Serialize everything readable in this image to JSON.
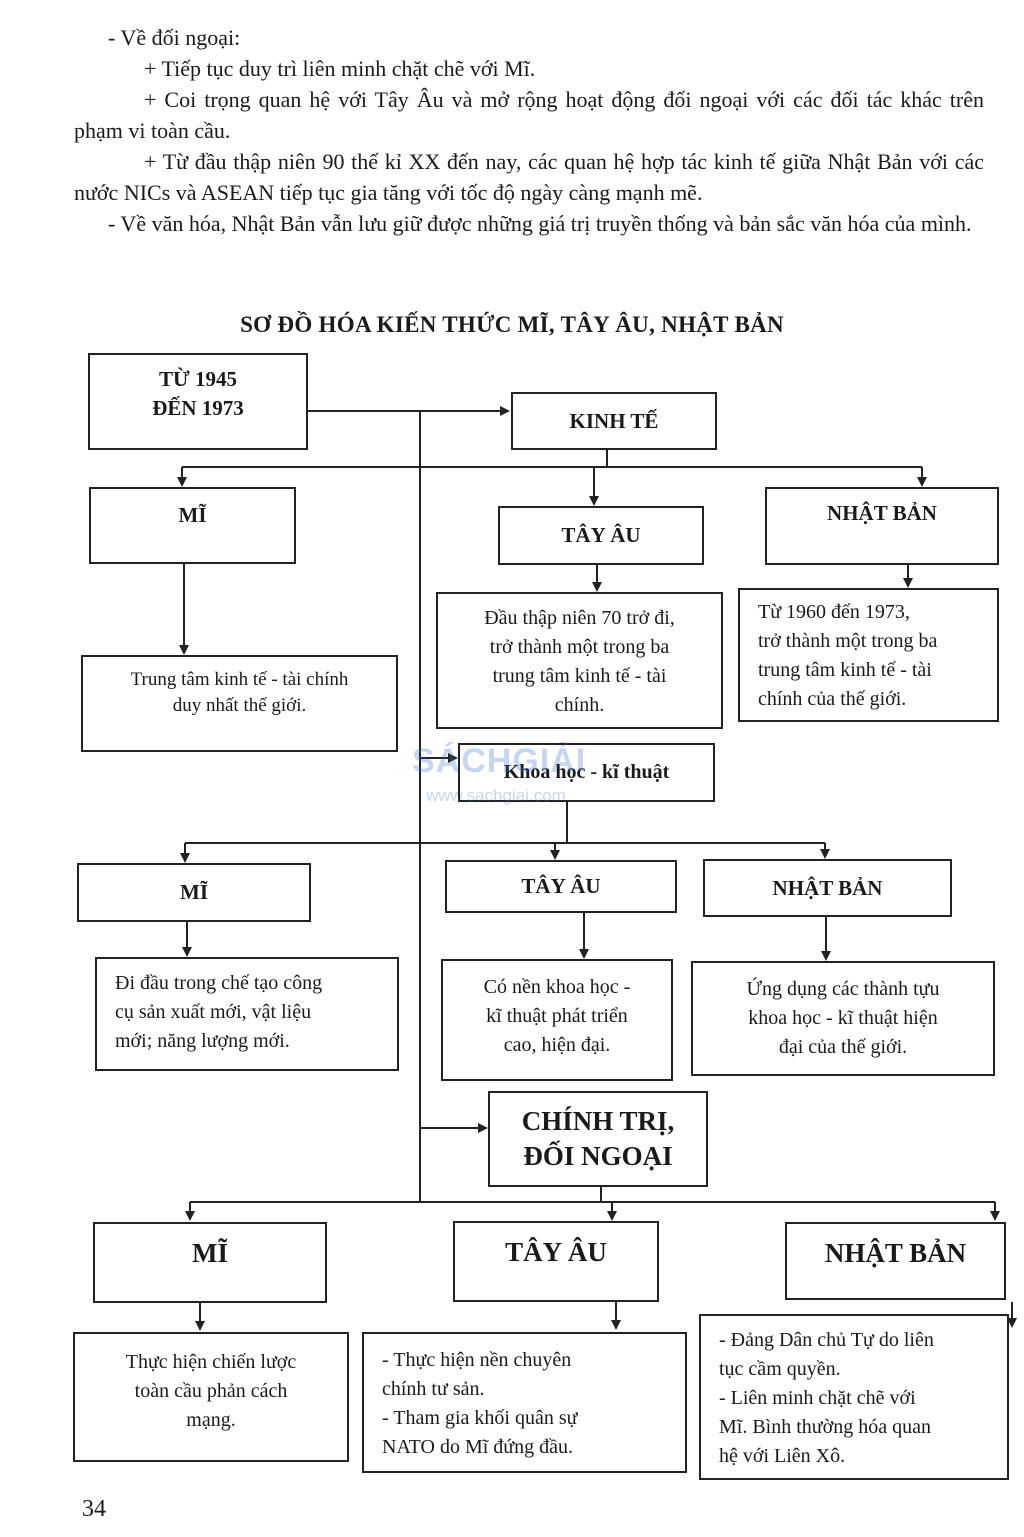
{
  "intro": [
    "- Về đối ngoại:",
    "+ Tiếp tục duy trì liên minh chặt chẽ với Mĩ.",
    "+ Coi trọng quan hệ với Tây Âu và mở rộng hoạt động đối ngoại với các đối tác khác trên phạm vi toàn cầu.",
    "+ Từ đầu thập niên 90 thế kỉ XX đến nay, các quan hệ hợp tác kinh tế giữa Nhật Bản với các nước NICs và ASEAN tiếp tục gia tăng với tốc độ ngày càng mạnh mẽ.",
    "- Về văn hóa, Nhật Bản vẫn lưu giữ được những giá trị truyền thống và bản sắc văn hóa của mình."
  ],
  "diagram": {
    "title": "SƠ ĐỒ HÓA KIẾN THỨC MĨ, TÂY ÂU, NHẬT BẢN",
    "root": [
      "TỪ 1945",
      "ĐẾN 1973"
    ],
    "economy": {
      "label": "KINH TẾ",
      "us": {
        "label": "MĨ",
        "text": [
          "Trung tâm kinh tế - tài chính",
          "duy nhất thế giới."
        ]
      },
      "eu": {
        "label": "TÂY ÂU",
        "text": [
          "Đầu thập niên 70 trở đi,",
          "trở thành một trong ba",
          "trung tâm kinh tế - tài",
          "chính."
        ]
      },
      "jp": {
        "label": "NHẬT BẢN",
        "text": [
          "Từ 1960 đến 1973,",
          "trở thành một trong ba",
          "trung tâm kinh tế - tài",
          "chính của thế giới."
        ]
      }
    },
    "science": {
      "label": "Khoa học - kĩ thuật",
      "us": {
        "label": "MĨ",
        "text": [
          "Đi đầu trong chế tạo công",
          "cụ sản xuất mới, vật liệu",
          "mới; năng lượng mới."
        ]
      },
      "eu": {
        "label": "TÂY ÂU",
        "text": [
          "Có nền khoa học -",
          "kĩ thuật phát triển",
          "cao, hiện đại."
        ]
      },
      "jp": {
        "label": "NHẬT BẢN",
        "text": [
          "Ứng dụng các thành tựu",
          "khoa học - kĩ thuật hiện",
          "đại của thế giới."
        ]
      }
    },
    "politics": {
      "label": [
        "CHÍNH TRỊ,",
        "ĐỐI NGOẠI"
      ],
      "us": {
        "label": "MĨ",
        "text": [
          "Thực hiện chiến lược",
          "toàn cầu phản cách",
          "mạng."
        ]
      },
      "eu": {
        "label": "TÂY ÂU",
        "text": [
          "- Thực hiện nền chuyên",
          "chính tư sản.",
          "- Tham gia khối quân sự",
          "NATO do Mĩ đứng đầu."
        ]
      },
      "jp": {
        "label": "NHẬT BẢN",
        "text": [
          "- Đảng Dân chủ Tự do liên",
          "tục cầm quyền.",
          "- Liên minh chặt chẽ với",
          "Mĩ. Bình thường hóa quan",
          "hệ với Liên Xô."
        ]
      }
    }
  },
  "watermark": {
    "brand": "SÁCHGIẢI",
    "url": "www.sachgiai.com"
  },
  "page_number": "34"
}
